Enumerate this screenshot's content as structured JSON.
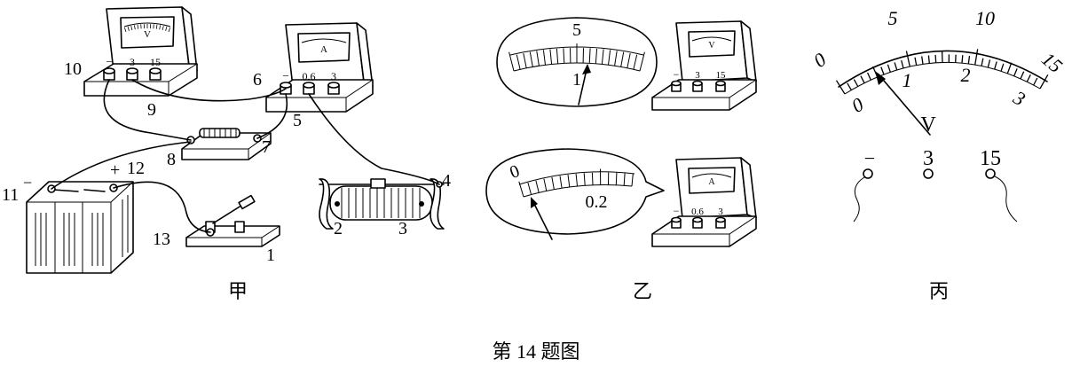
{
  "figure": {
    "caption": "第 14 题图",
    "panels": {
      "jia": "甲",
      "yi": "乙",
      "bing": "丙"
    }
  },
  "jia": {
    "node_labels": [
      "1",
      "2",
      "3",
      "4",
      "5",
      "6",
      "7",
      "8",
      "9",
      "10",
      "11",
      "12",
      "13"
    ],
    "polarity": {
      "minus": "−",
      "plus": "+"
    },
    "voltmeter": {
      "symbol": "V",
      "terminals": [
        "−",
        "3",
        "15"
      ]
    },
    "ammeter": {
      "symbol": "A",
      "terminals": [
        "−",
        "0.6",
        "3"
      ]
    }
  },
  "yi": {
    "volt_zoom_label": "5",
    "volt_needle_label": "1",
    "amp_zoom_zero": "0",
    "amp_zoom_label": "0.2",
    "voltmeter": {
      "symbol": "V",
      "terminals": [
        "−",
        "3",
        "15"
      ]
    },
    "ammeter": {
      "symbol": "A",
      "terminals": [
        "−",
        "0.6",
        "3"
      ]
    }
  },
  "bing": {
    "unit": "V",
    "outer_scale": [
      "0",
      "5",
      "10",
      "15"
    ],
    "inner_scale": [
      "0",
      "1",
      "2",
      "3"
    ],
    "terminals": [
      "−",
      "3",
      "15"
    ]
  }
}
